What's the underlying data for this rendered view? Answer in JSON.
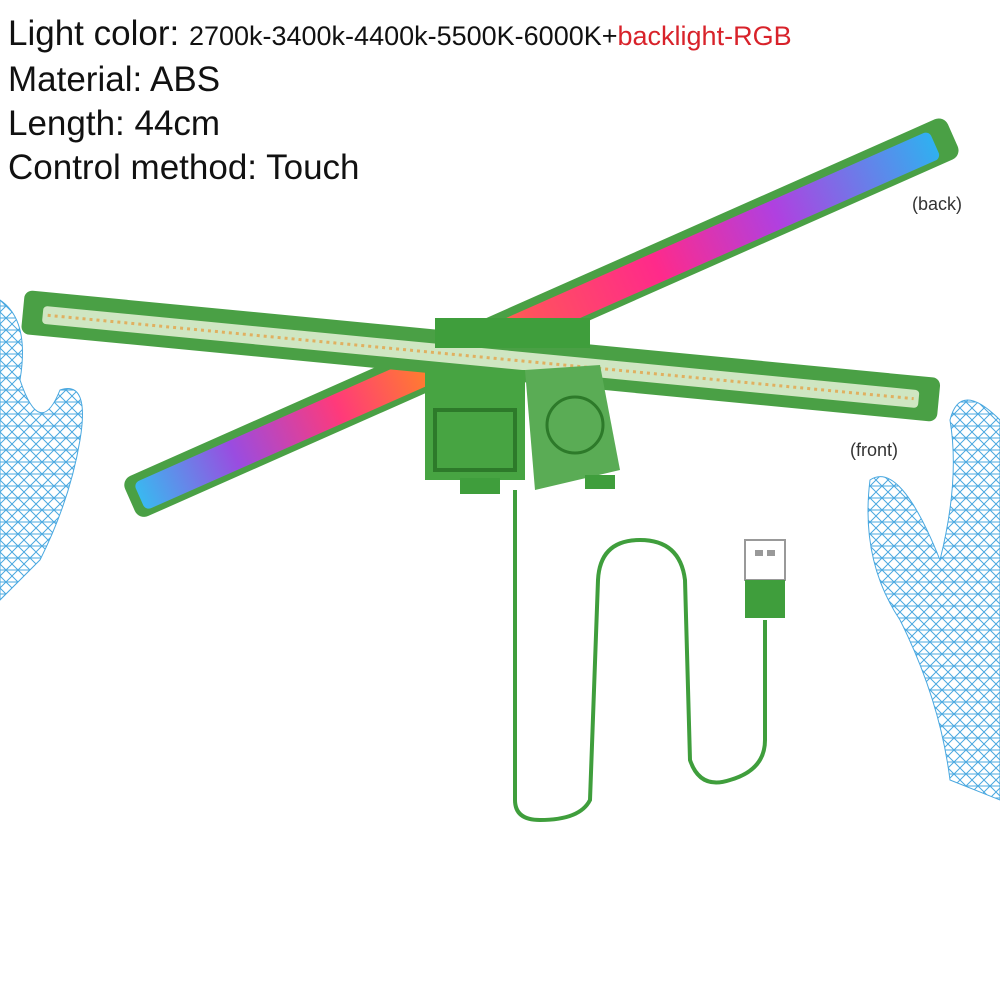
{
  "specs": {
    "light_color_label": "Light color: ",
    "light_color_value": "2700k-3400k-4400k-5500K-6000K+",
    "light_color_extra": "backlight-RGB",
    "material": "Material: ABS",
    "length": "Length: 44cm",
    "control": "Control method: Touch"
  },
  "labels": {
    "back": "(back)",
    "front": "(front)"
  },
  "colors": {
    "body": "#3f9e3c",
    "accent_text": "#d8222a",
    "hand": "#4aa8e0"
  }
}
